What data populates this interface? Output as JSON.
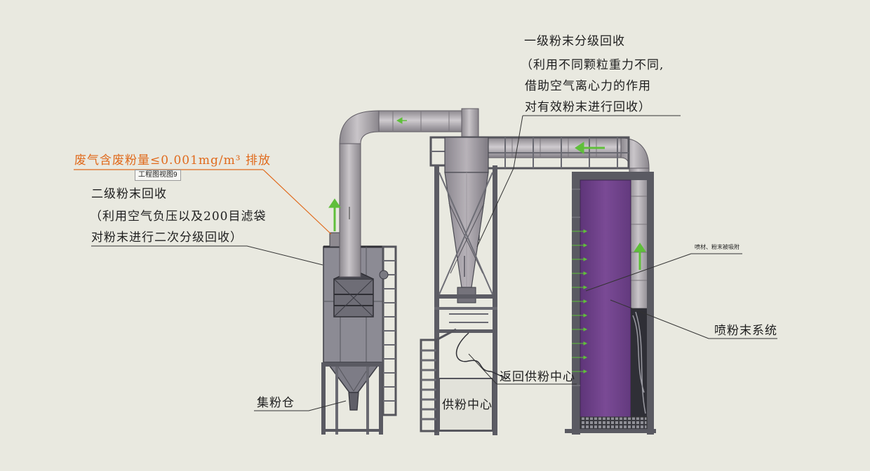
{
  "labels": {
    "primary_title": "一级粉末分级回收",
    "primary_line1": "（利用不同颗粒重力不同,",
    "primary_line2": "借助空气离心力的作用",
    "primary_line3": "对有效粉末进行回收）",
    "exhaust": "废气含废粉量≤0.001mg/m³ 排放",
    "view_tag": "工程图视图9",
    "secondary_title": "二级粉末回收",
    "secondary_line1": "（利用空气负压以及200目滤袋",
    "secondary_line2": "对粉末进行二次分级回收）",
    "small_note": "喷材、粉末被吸附",
    "spray_system": "喷粉末系统",
    "return_supply": "返回供粉中心",
    "supply_center": "供粉中心",
    "collector": "集粉仓"
  },
  "colors": {
    "background": "#e9e9e0",
    "exhaust_text": "#e06a1c",
    "flow_arrow": "#5fbf3a",
    "booth_panel": "#6b3f86",
    "duct": "#a9a4a9",
    "frame": "#585860"
  }
}
